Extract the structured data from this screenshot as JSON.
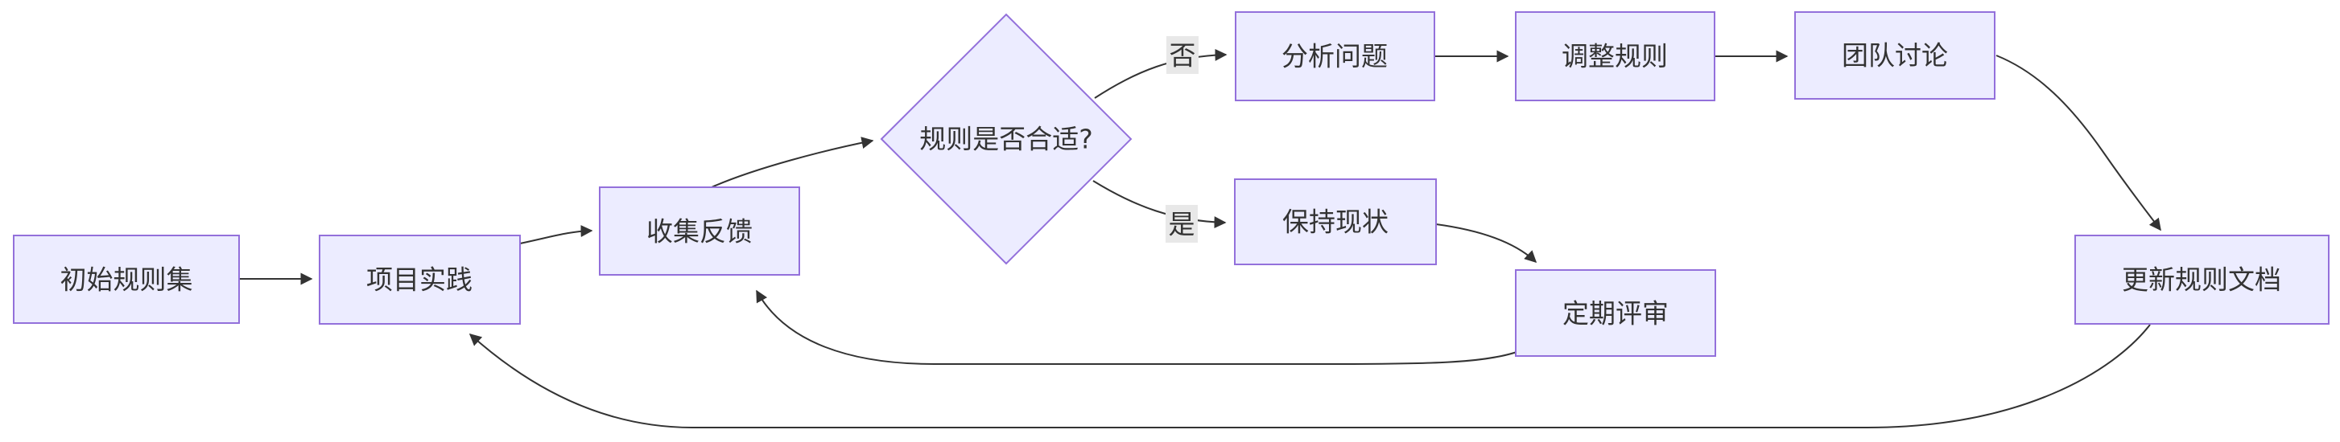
{
  "diagram": {
    "type": "flowchart",
    "direction": "left-to-right",
    "background": "#ffffff",
    "colors": {
      "node_fill": "#ECECFF",
      "node_border": "#9370DB",
      "edge_line": "#333333",
      "text": "#333333",
      "edge_label_bg": "#e8e8e8"
    },
    "nodes": [
      {
        "id": "start",
        "label": "初始规则集",
        "shape": "rect"
      },
      {
        "id": "practice",
        "label": "项目实践",
        "shape": "rect"
      },
      {
        "id": "feedback",
        "label": "收集反馈",
        "shape": "rect"
      },
      {
        "id": "decision",
        "label": "规则是否合适?",
        "shape": "diamond"
      },
      {
        "id": "analyze",
        "label": "分析问题",
        "shape": "rect"
      },
      {
        "id": "adjust",
        "label": "调整规则",
        "shape": "rect"
      },
      {
        "id": "discuss",
        "label": "团队讨论",
        "shape": "rect"
      },
      {
        "id": "keep",
        "label": "保持现状",
        "shape": "rect"
      },
      {
        "id": "review",
        "label": "定期评审",
        "shape": "rect"
      },
      {
        "id": "update",
        "label": "更新规则文档",
        "shape": "rect"
      }
    ],
    "edge_labels": [
      {
        "label": "否"
      },
      {
        "label": "是"
      }
    ],
    "edges": [
      {
        "from": "start",
        "to": "practice"
      },
      {
        "from": "practice",
        "to": "feedback"
      },
      {
        "from": "feedback",
        "to": "decision"
      },
      {
        "from": "decision",
        "to": "analyze",
        "label_index": 0
      },
      {
        "from": "analyze",
        "to": "adjust"
      },
      {
        "from": "adjust",
        "to": "discuss"
      },
      {
        "from": "discuss",
        "to": "update"
      },
      {
        "from": "decision",
        "to": "keep",
        "label_index": 1
      },
      {
        "from": "keep",
        "to": "review"
      },
      {
        "from": "review",
        "to": "feedback"
      },
      {
        "from": "update",
        "to": "practice"
      }
    ]
  }
}
